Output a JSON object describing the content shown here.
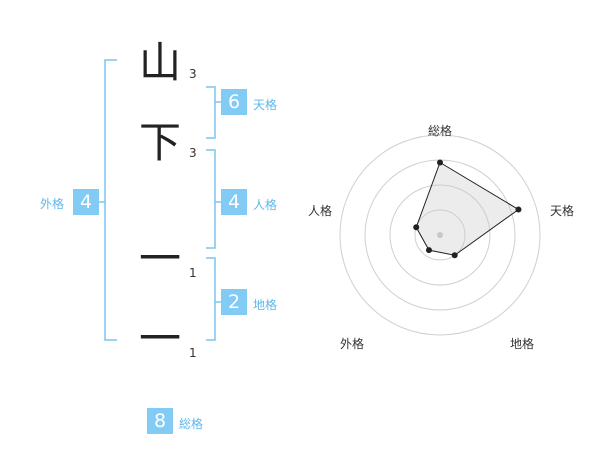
{
  "name": {
    "chars": [
      {
        "char": "山",
        "strokes": "3"
      },
      {
        "char": "下",
        "strokes": "3"
      },
      {
        "char": "一",
        "strokes": "1"
      },
      {
        "char": "一",
        "strokes": "1"
      }
    ]
  },
  "kakusu": {
    "tenkaku": {
      "value": "6",
      "label": "天格"
    },
    "jinkaku": {
      "value": "4",
      "label": "人格"
    },
    "chikaku": {
      "value": "2",
      "label": "地格"
    },
    "gaikaku": {
      "value": "4",
      "label": "外格"
    },
    "soukaku": {
      "value": "8",
      "label": "総格"
    }
  },
  "colors": {
    "accent": "#82cbf5",
    "label": "#5db8ec",
    "bracket": "#7cc4ef"
  },
  "chart_data": {
    "type": "radar",
    "axes": [
      "総格",
      "天格",
      "地格",
      "外格",
      "人格"
    ],
    "max": 4,
    "values": [
      2.9,
      3.3,
      1.0,
      0.75,
      1.0
    ]
  }
}
